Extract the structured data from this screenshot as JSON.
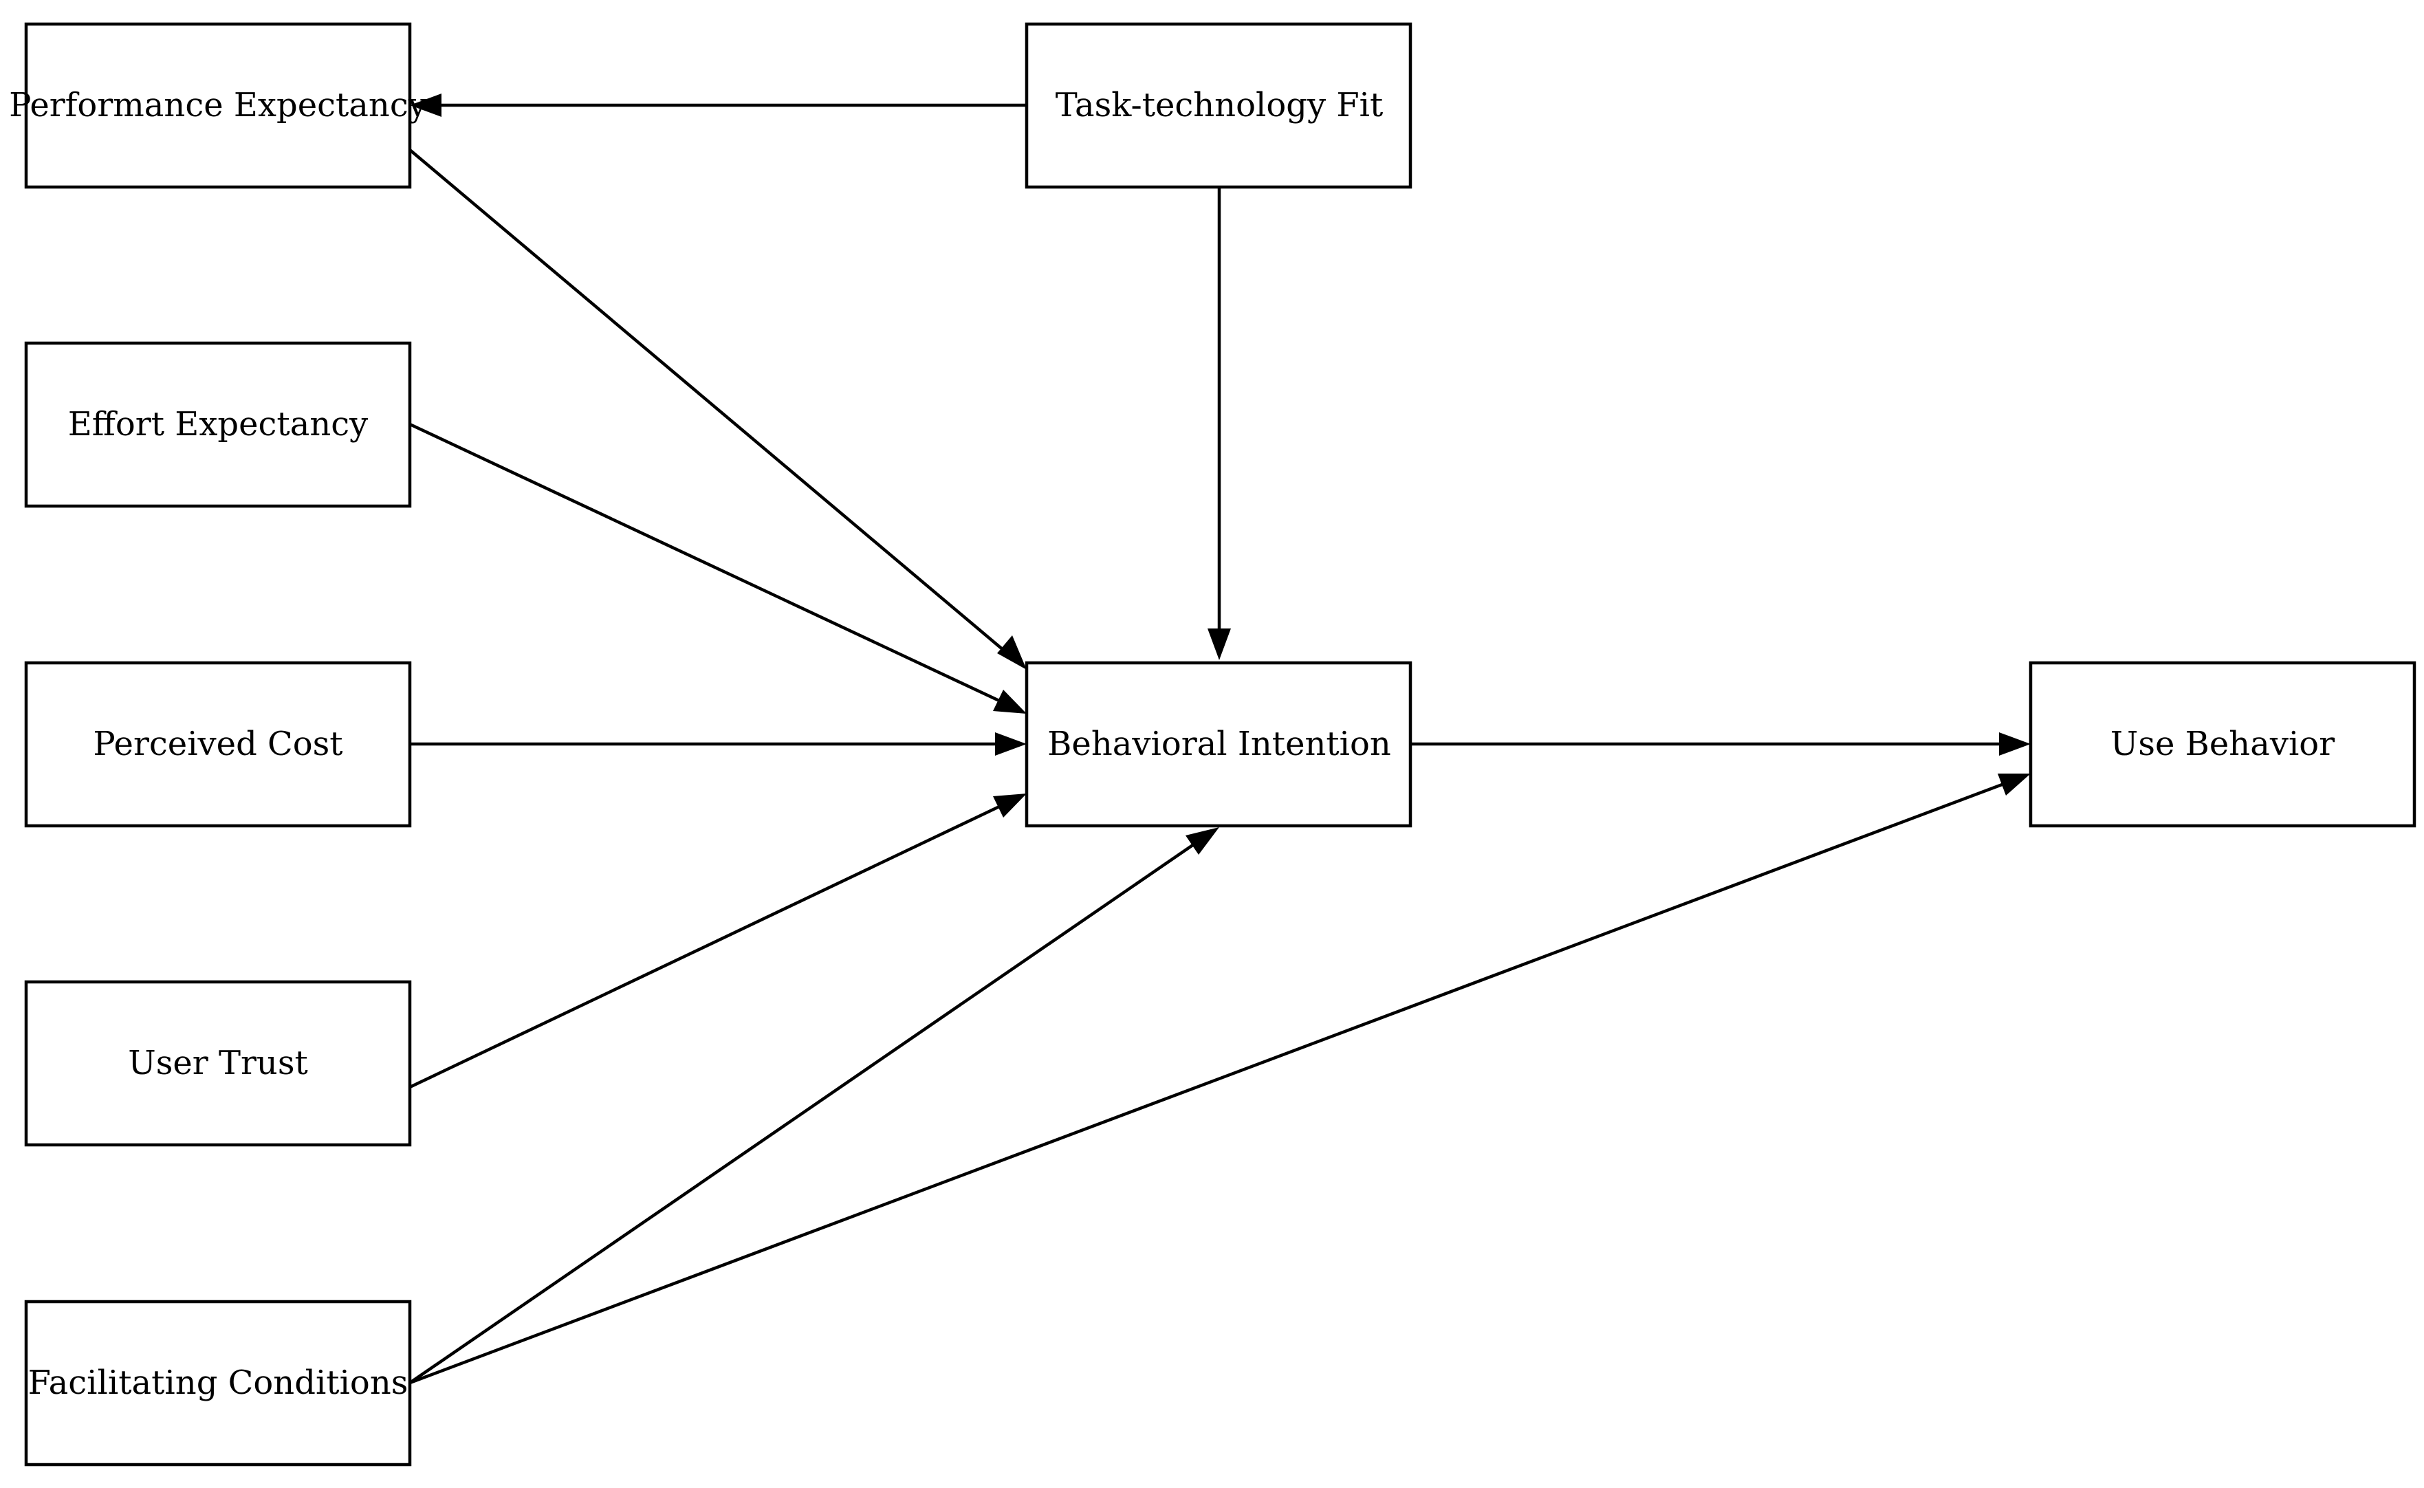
{
  "nodes": {
    "performance_expectancy": "Performance Expectancy",
    "effort_expectancy": "Effort Expectancy",
    "perceived_cost": "Perceived Cost",
    "user_trust": "User Trust",
    "facilitating_conditions": "Facilitating Conditions",
    "task_technology_fit": "Task-technology Fit",
    "behavioral_intention": "Behavioral Intention",
    "use_behavior": "Use Behavior"
  },
  "edges": [
    {
      "from": "task_technology_fit",
      "to": "performance_expectancy"
    },
    {
      "from": "task_technology_fit",
      "to": "behavioral_intention"
    },
    {
      "from": "performance_expectancy",
      "to": "behavioral_intention"
    },
    {
      "from": "effort_expectancy",
      "to": "behavioral_intention"
    },
    {
      "from": "perceived_cost",
      "to": "behavioral_intention"
    },
    {
      "from": "user_trust",
      "to": "behavioral_intention"
    },
    {
      "from": "facilitating_conditions",
      "to": "behavioral_intention"
    },
    {
      "from": "facilitating_conditions",
      "to": "use_behavior"
    },
    {
      "from": "behavioral_intention",
      "to": "use_behavior"
    }
  ]
}
